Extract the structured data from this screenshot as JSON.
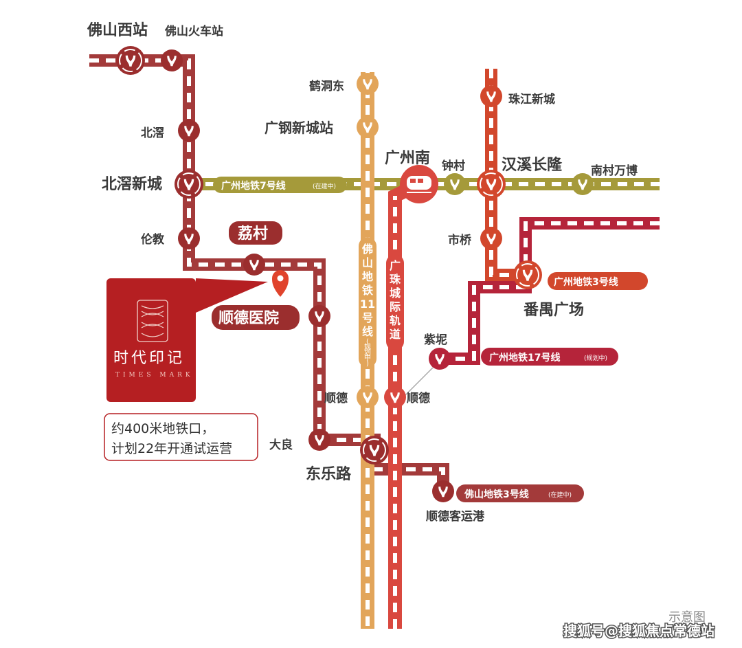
{
  "colors": {
    "foshan_line": "#a33a3a",
    "line7": "#a59a3a",
    "line11": "#e2a55a",
    "guangzhu": "#d9483f",
    "line3_gz": "#d2472c",
    "line17": "#b5243a",
    "station": "#9b2e2e",
    "logo_bg": "#b51f22"
  },
  "lines": {
    "line7": "广州地铁7号线",
    "line7_note": "(在建中)",
    "line11_chars": [
      "佛",
      "山",
      "地",
      "铁",
      "11",
      "号",
      "线"
    ],
    "line11_note_chars": [
      "(",
      "规",
      "划",
      "中",
      ")"
    ],
    "guangzhu_chars": [
      "广",
      "珠",
      "城",
      "际",
      "轨",
      "道"
    ],
    "line3_gz": "广州地铁3号线",
    "line17": "广州地铁17号线",
    "line17_note": "(规划中)",
    "foshan3": "佛山地铁3号线",
    "foshan3_note": "(在建中)"
  },
  "stations": {
    "foshan_west": "佛山西站",
    "foshan_train": "佛山火车站",
    "beijiao": "北滘",
    "beijiao_new": "北滘新城",
    "lunjiao": "伦教",
    "licun": "荔村",
    "shunde_hospital": "顺德医院",
    "daliang": "大良",
    "donglelu": "东乐路",
    "shunde_a": "顺德",
    "shunde_b": "顺德",
    "shunde_port": "顺德客运港",
    "hedongdong": "鹤洞东",
    "guanggang": "广钢新城站",
    "gz_south": "广州南",
    "zhongcun": "钟村",
    "hanxi": "汉溪长隆",
    "nancun": "南村万博",
    "zhujiang": "珠江新城",
    "shiqiao": "市桥",
    "panyu": "番禺广场",
    "zini": "紫坭"
  },
  "project": {
    "name_cn": "时代印记",
    "name_en": "TIMES MARK"
  },
  "callout": {
    "line1": "约400米地铁口，",
    "line2": "计划22年开通试运营"
  },
  "legend": {
    "schematic": "示意图"
  },
  "watermark": "搜狐号@搜狐焦点常德站"
}
